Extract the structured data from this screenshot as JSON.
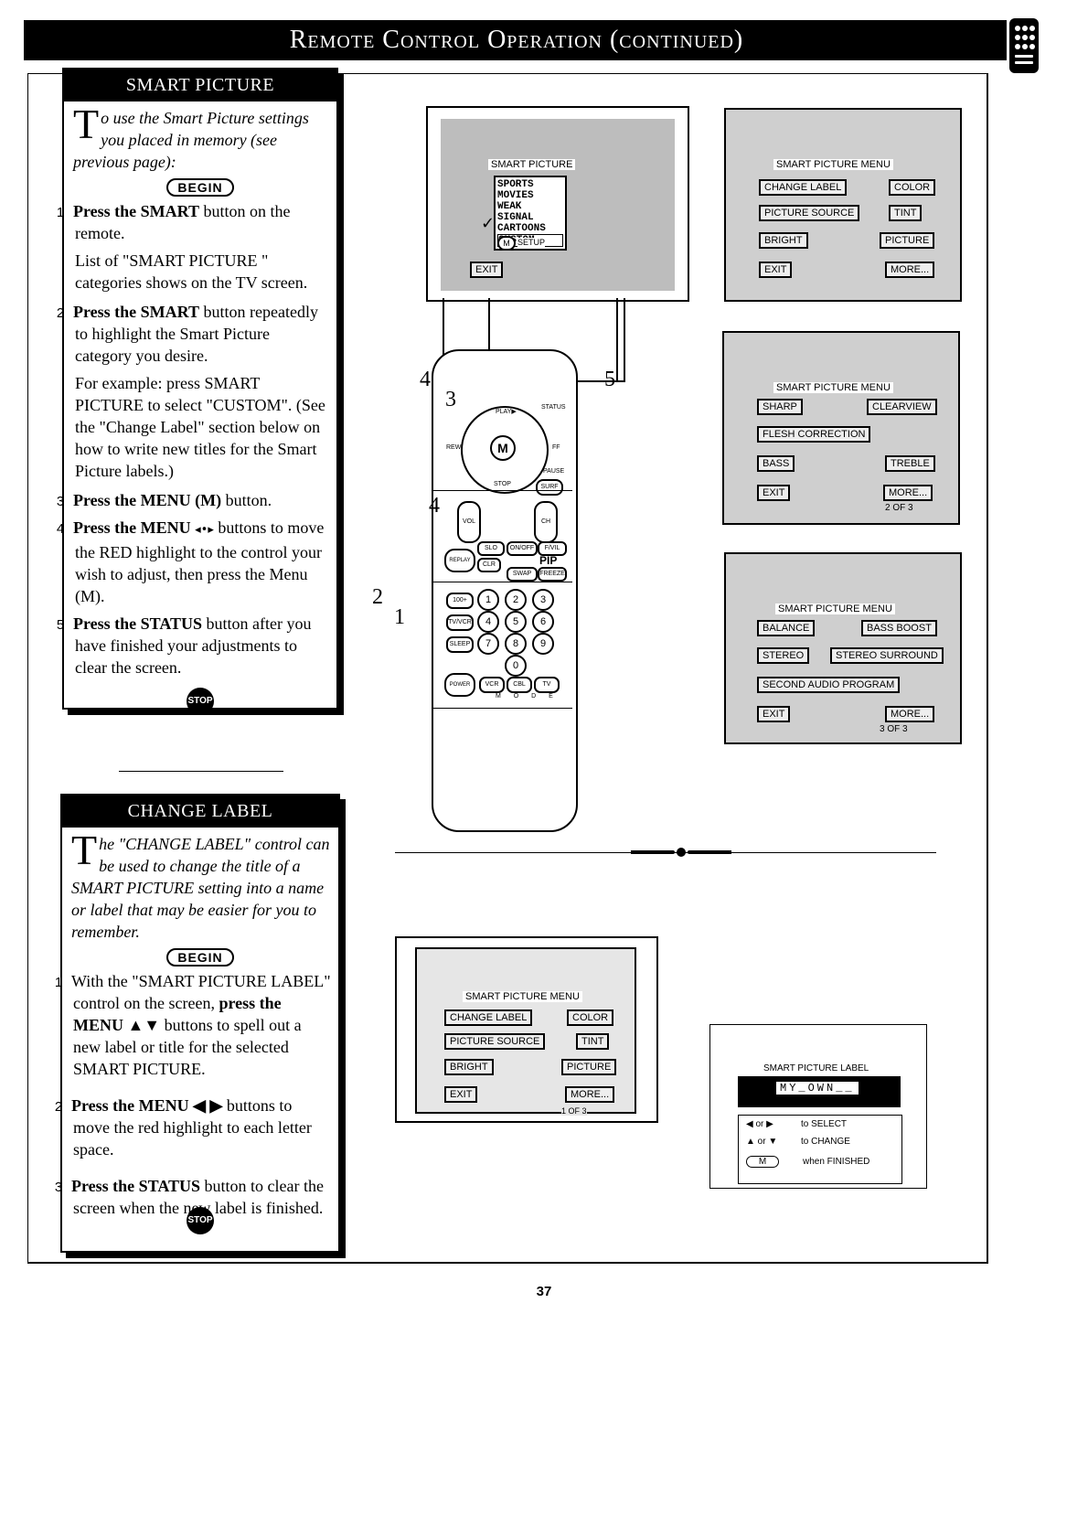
{
  "header": {
    "title": "Remote Control Operation (continued)"
  },
  "smart_picture": {
    "heading": "SMART PICTURE",
    "intro_cap": "T",
    "intro": "o use the Smart Picture settings you placed in memory (see previous page):",
    "begin": "BEGIN",
    "steps": [
      {
        "num": "1",
        "bold": "Press the SMART",
        "text": " button on the remote.",
        "note": "List of \"SMART PICTURE \" categories shows on the TV screen."
      },
      {
        "num": "2",
        "bold": "Press the SMART",
        "text": " button repeatedly to highlight the Smart Picture category you desire.",
        "note": "For example: press SMART PICTURE to select \"CUSTOM\". (See the \"Change Label\" section below on how to write new titles for the Smart Picture labels.)"
      },
      {
        "num": "3",
        "bold": "Press the MENU (M)",
        "text": " button.",
        "note": ""
      },
      {
        "num": "4",
        "bold": "Press the MENU",
        "text": " buttons to move the RED highlight to the control your wish to adjust, then press the Menu (M).",
        "note": ""
      },
      {
        "num": "5",
        "bold": "Press the STATUS",
        "text": " button after you have finished your adjustments to clear the screen.",
        "note": ""
      }
    ],
    "stop": "STOP"
  },
  "change_label": {
    "heading": "CHANGE LABEL",
    "intro_cap": "T",
    "intro": "he \"CHANGE LABEL\" control can be used to change the title of a SMART PICTURE setting into a name or label that may be easier for you to remember.",
    "begin": "BEGIN",
    "steps": [
      {
        "num": "1",
        "pre": "With the \"SMART PICTURE LABEL\" control on the screen, ",
        "bold": "press the MENU ▲▼",
        "text": " buttons to spell out a new label or title for the selected SMART PICTURE."
      },
      {
        "num": "2",
        "pre": "",
        "bold": "Press the  MENU ◀ ▶",
        "text": " buttons to move the red highlight to each letter space."
      },
      {
        "num": "3",
        "pre": "",
        "bold": "Press the STATUS",
        "text": " button to clear the screen when the new label is finished."
      }
    ],
    "stop": "STOP"
  },
  "tv_main": {
    "menu_title": "SMART PICTURE",
    "items": [
      "SPORTS",
      "MOVIES",
      "WEAK SIGNAL",
      "CARTOONS",
      "CUSTOM"
    ],
    "setup": "SETUP",
    "exit": "EXIT"
  },
  "menu_screens": [
    {
      "title": "SMART PICTURE MENU",
      "left": [
        "CHANGE LABEL",
        "PICTURE SOURCE",
        "BRIGHT",
        "EXIT"
      ],
      "right": [
        "COLOR",
        "TINT",
        "PICTURE",
        "MORE..."
      ],
      "page": ""
    },
    {
      "title": "SMART PICTURE MENU",
      "left": [
        "SHARP",
        "FLESH CORRECTION",
        "BASS",
        "EXIT"
      ],
      "right": [
        "CLEARVIEW",
        "",
        "TREBLE",
        "MORE..."
      ],
      "page": "2 OF 3"
    },
    {
      "title": "SMART PICTURE MENU",
      "left": [
        "BALANCE",
        "STEREO",
        "SECOND AUDIO PROGRAM",
        "EXIT"
      ],
      "right": [
        "BASS BOOST",
        "STEREO SURROUND",
        "",
        "MORE..."
      ],
      "page": "3 OF 3"
    }
  ],
  "bottom_menu": {
    "title": "SMART PICTURE MENU",
    "left": [
      "CHANGE LABEL",
      "PICTURE SOURCE",
      "BRIGHT",
      "EXIT"
    ],
    "right": [
      "COLOR",
      "TINT",
      "PICTURE",
      "MORE..."
    ],
    "page": "1 OF 3"
  },
  "label_screen": {
    "title": "SMART PICTURE LABEL",
    "value": "MY_OWN__",
    "hints": [
      {
        "key": "◀ or ▶",
        "text": "to SELECT"
      },
      {
        "key": "▲ or ▼",
        "text": "to CHANGE"
      },
      {
        "key": "M",
        "text": "when FINISHED"
      }
    ]
  },
  "remote": {
    "labels": [
      "PLAY▶",
      "STATUS",
      "REW",
      "FF",
      "PAUSE",
      "STOP",
      "SURF",
      "VOL",
      "CH",
      "SLO",
      "ON/OFF",
      "F/VIL",
      "PIP",
      "REPLAY",
      "CLR",
      "SWAP",
      "FREEZE",
      "100+",
      "TV/VCR",
      "SLEEP",
      "POWER",
      "VCR",
      "CBL",
      "TV",
      "M O D E"
    ],
    "numbers": [
      "1",
      "2",
      "3",
      "4",
      "5",
      "6",
      "7",
      "8",
      "9",
      "0"
    ],
    "callouts": [
      "4",
      "3",
      "5",
      "4",
      "2",
      "1"
    ]
  },
  "page_number": "37"
}
